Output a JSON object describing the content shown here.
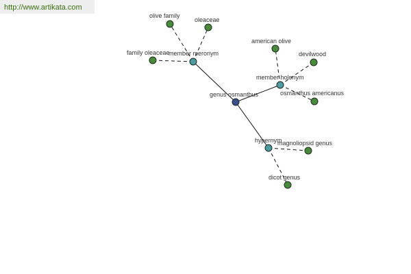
{
  "site": {
    "url": "http://www.artikata.com"
  },
  "colors": {
    "center": "#3b4f8f",
    "relation": "#4d9aa0",
    "leaf": "#4a8a3d",
    "edge": "#111111",
    "url_text": "#3a6e10",
    "url_bg": "#eeeeee"
  },
  "graph": {
    "nodes": [
      {
        "id": "center",
        "label": "genus osmanthus",
        "kind": "center"
      },
      {
        "id": "member-meronym",
        "label": "member meronym",
        "kind": "relation"
      },
      {
        "id": "member-holonym",
        "label": "member holonym",
        "kind": "relation"
      },
      {
        "id": "hypernym",
        "label": "hypernym",
        "kind": "relation"
      },
      {
        "id": "olive-family",
        "label": "olive family",
        "kind": "leaf"
      },
      {
        "id": "oleaceae",
        "label": "oleaceae",
        "kind": "leaf"
      },
      {
        "id": "family-oleaceae",
        "label": "family oleaceae",
        "kind": "leaf"
      },
      {
        "id": "american-olive",
        "label": "american olive",
        "kind": "leaf"
      },
      {
        "id": "devilwood",
        "label": "devilwood",
        "kind": "leaf"
      },
      {
        "id": "osmanthus-americanus",
        "label": "osmanthus americanus",
        "kind": "leaf"
      },
      {
        "id": "magnoliopsid-genus",
        "label": "magnoliopsid genus",
        "kind": "leaf"
      },
      {
        "id": "dicot-genus",
        "label": "dicot genus",
        "kind": "leaf"
      }
    ],
    "edges": [
      {
        "from": "center",
        "to": "member-meronym",
        "style": "solid"
      },
      {
        "from": "center",
        "to": "member-holonym",
        "style": "solid"
      },
      {
        "from": "center",
        "to": "hypernym",
        "style": "solid"
      },
      {
        "from": "member-meronym",
        "to": "olive-family",
        "style": "dashed"
      },
      {
        "from": "member-meronym",
        "to": "oleaceae",
        "style": "dashed"
      },
      {
        "from": "member-meronym",
        "to": "family-oleaceae",
        "style": "dashed"
      },
      {
        "from": "member-holonym",
        "to": "american-olive",
        "style": "dashed"
      },
      {
        "from": "member-holonym",
        "to": "devilwood",
        "style": "dashed"
      },
      {
        "from": "member-holonym",
        "to": "osmanthus-americanus",
        "style": "dashed"
      },
      {
        "from": "hypernym",
        "to": "magnoliopsid-genus",
        "style": "dashed"
      },
      {
        "from": "hypernym",
        "to": "dicot-genus",
        "style": "dashed"
      }
    ]
  }
}
